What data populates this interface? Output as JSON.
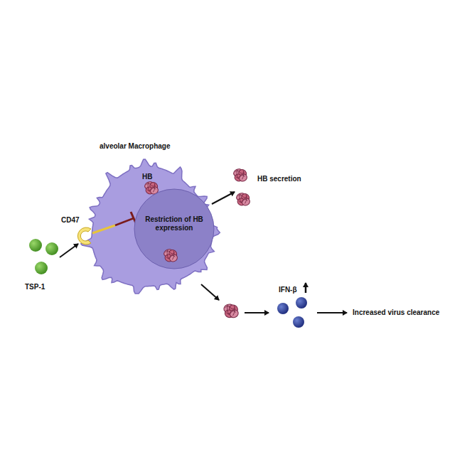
{
  "diagram": {
    "nodes": [
      {
        "text": [
          "alveolar Macrophage",
          "HB"
        ]
      },
      {
        "text": [
          "Restriction of HB expression"
        ],
        "in": 0
      }
    ],
    "labels": [
      "HB secretion",
      "IFN-β",
      "Increased virus clearance",
      "TSP-1",
      "CD47"
    ]
  }
}
